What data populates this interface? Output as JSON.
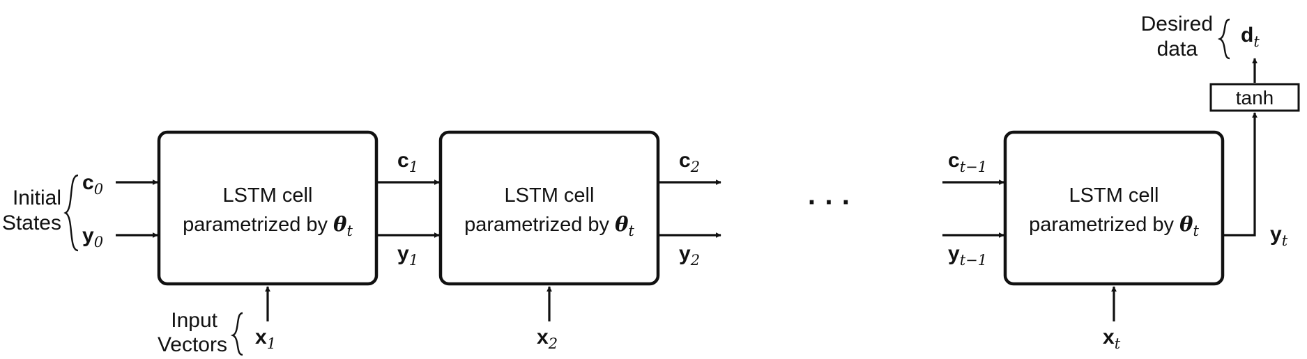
{
  "cells": [
    {
      "line1": "LSTM cell",
      "line2_prefix": "parametrized by ",
      "theta": "θ",
      "theta_sub": "t"
    },
    {
      "line1": "LSTM cell",
      "line2_prefix": "parametrized by ",
      "theta": "θ",
      "theta_sub": "t"
    },
    {
      "line1": "LSTM cell",
      "line2_prefix": "parametrized by ",
      "theta": "θ",
      "theta_sub": "t"
    }
  ],
  "initial_states": {
    "line1": "Initial",
    "line2": "States"
  },
  "input_vectors": {
    "line1": "Input",
    "line2": "Vectors"
  },
  "desired": {
    "line1": "Desired",
    "line2": "data"
  },
  "activation": "tanh",
  "ellipsis": "· · ·",
  "vars": {
    "c0": {
      "base": "c",
      "sub": "0"
    },
    "y0": {
      "base": "y",
      "sub": "0"
    },
    "c1": {
      "base": "c",
      "sub": "1"
    },
    "y1": {
      "base": "y",
      "sub": "1"
    },
    "c2": {
      "base": "c",
      "sub": "2"
    },
    "y2": {
      "base": "y",
      "sub": "2"
    },
    "ctm1": {
      "base": "c",
      "sub": "t−1"
    },
    "ytm1": {
      "base": "y",
      "sub": "t−1"
    },
    "x1": {
      "base": "x",
      "sub": "1"
    },
    "x2": {
      "base": "x",
      "sub": "2"
    },
    "xt": {
      "base": "x",
      "sub": "t"
    },
    "yt": {
      "base": "y",
      "sub": "t"
    },
    "dt": {
      "base": "d",
      "sub": "t"
    }
  }
}
